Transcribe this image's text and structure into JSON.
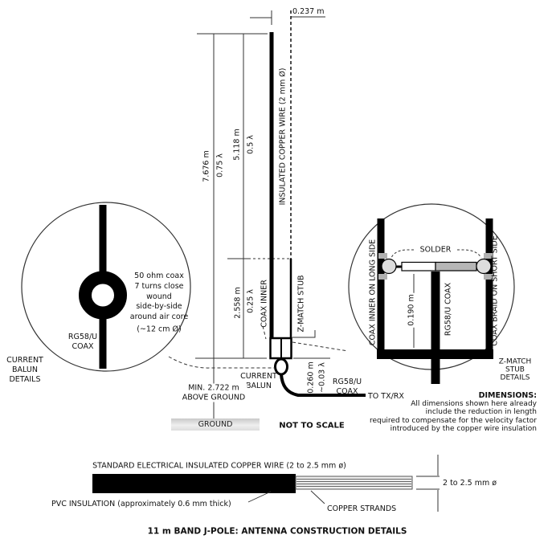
{
  "colors": {
    "line": "#000000",
    "detail_fill": "#ffffff",
    "solder": "#dddddd",
    "braid": "#b6b6b6",
    "ground_bar": "#d9d9d9",
    "strands_fill": "#ededed"
  },
  "main_diagram": {
    "spacing_dim": "0.237 m",
    "total_len": "7.676 m",
    "total_wl": "0.75 λ",
    "radiator_len": "5.118 m",
    "radiator_wl": "0.5 λ",
    "stub_len": "2.558 m",
    "stub_wl": "0.25 λ",
    "wire_label": "INSULATED COPPER WIRE (2 mm Ø)",
    "coax_inner_label": "COAX INNER",
    "stub_label": "Z-MATCH STUB",
    "feed_height": "0.260 m",
    "feed_height_wl": "~0.03 λ",
    "balun_lines": [
      "CURRENT",
      "BALUN"
    ],
    "min_height_lines": [
      "MIN. 2.722 m",
      "ABOVE GROUND"
    ],
    "feed_coax_lines": [
      "RG58/U",
      "COAX"
    ],
    "to_txrx": "TO TX/RX",
    "ground_label": "GROUND",
    "not_to_scale": "NOT TO SCALE"
  },
  "balun_detail": {
    "note_lines": [
      "50 ohm coax",
      "7 turns close",
      "wound",
      "side-by-side",
      "around air core"
    ],
    "core_size": "(~12 cm Ø)",
    "coax_lines": [
      "RG58/U",
      "COAX"
    ],
    "caption_lines": [
      "CURRENT",
      "BALUN",
      "DETAILS"
    ]
  },
  "stub_detail": {
    "solder_label": "SOLDER",
    "long_side_label": "COAX INNER ON LONG SIDE",
    "stub_length": "0.190 m",
    "coax_label": "RG58/U COAX",
    "short_side_label": "COAX BRAID ON SHORT SIDE",
    "caption_lines": [
      "Z-MATCH",
      "STUB",
      "DETAILS"
    ]
  },
  "dimensions_note": {
    "heading": "DIMENSIONS:",
    "lines": [
      "All dimensions shown here already",
      "include the reduction in length",
      "required to compensate for the velocity factor",
      "introduced by the copper wire insulation"
    ]
  },
  "wire_detail": {
    "title": "STANDARD ELECTRICAL INSULATED COPPER WIRE (2 to 2.5 mm ø)",
    "pvc_label": "PVC INSULATION (approximately 0.6 mm thick)",
    "strands_label": "COPPER STRANDS",
    "diameter_label": "2 to 2.5 mm ø"
  },
  "footer_title": "11 m BAND J-POLE: ANTENNA CONSTRUCTION DETAILS"
}
